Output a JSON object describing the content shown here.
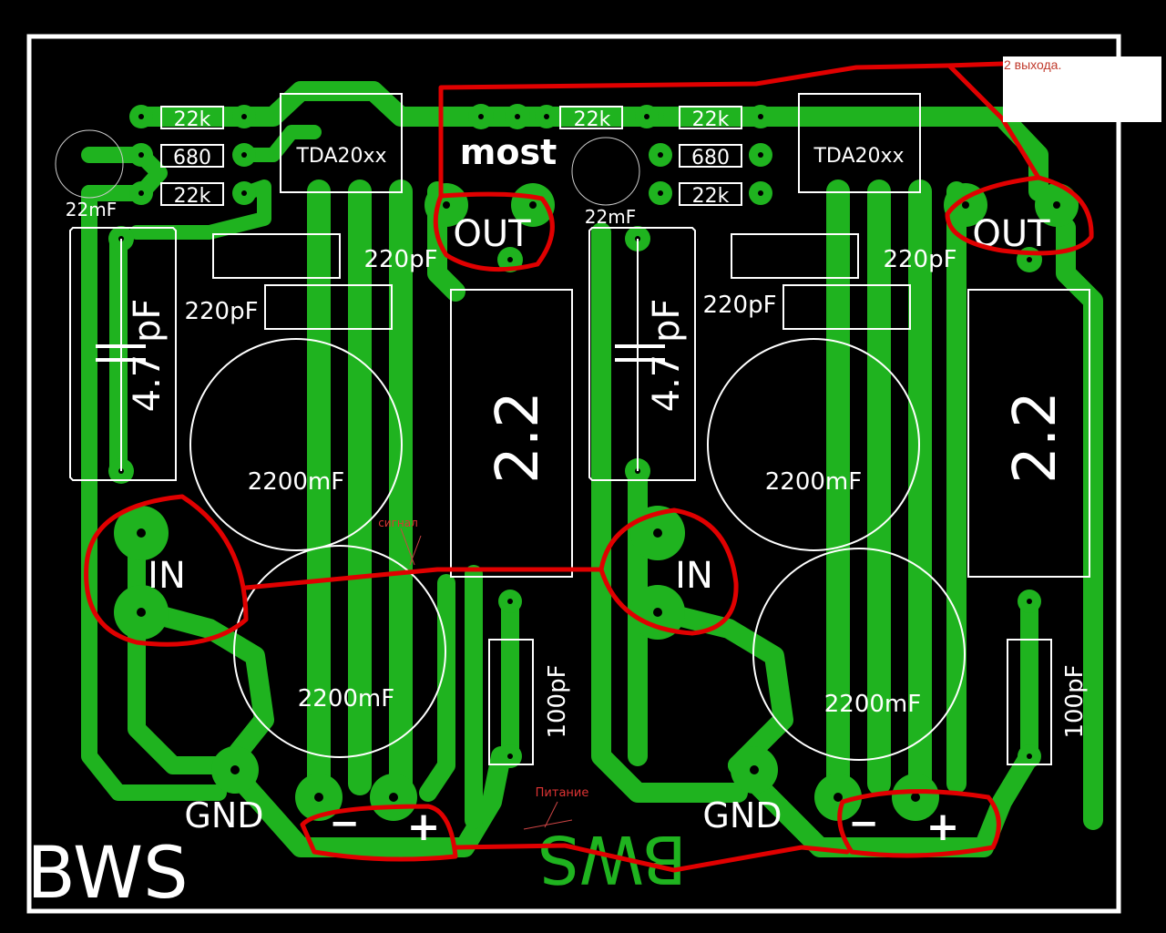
{
  "board": {
    "logo": "BWS",
    "logo_mirrored": "BWS",
    "colors": {
      "background": "#000000",
      "copper": "#1fb31f",
      "silkscreen": "#ffffff",
      "annotation": "#e00000"
    }
  },
  "channels": [
    {
      "chip": "TDA20xx",
      "resistors": [
        "22k",
        "680",
        "22k"
      ],
      "small_cap": "22mF",
      "film_cap": "4.7 pF",
      "ceramic_caps": [
        "220pF",
        "220pF"
      ],
      "big_caps": [
        "2200mF",
        "2200mF"
      ],
      "resistor_big": "2.2",
      "out_cap": "100pF",
      "in_label": "IN",
      "out_label": "OUT",
      "gnd_label": "GND",
      "minus_label": "−",
      "plus_label": "+"
    },
    {
      "chip": "TDA20xx",
      "resistors": [
        "22k",
        "680",
        "22k"
      ],
      "small_cap": "22mF",
      "film_cap": "4.7 pF",
      "ceramic_caps": [
        "220pF",
        "220pF"
      ],
      "big_caps": [
        "2200mF",
        "2200mF"
      ],
      "resistor_big": "2.2",
      "out_cap": "100pF",
      "in_label": "IN",
      "out_label": "OUT",
      "gnd_label": "GND",
      "minus_label": "−",
      "plus_label": "+"
    }
  ],
  "bridge": {
    "label": "most",
    "resistor": "22k"
  },
  "annotations": {
    "outputs_note": "2 выхода.",
    "signal_note": "сигнал",
    "power_note": "Питание"
  }
}
